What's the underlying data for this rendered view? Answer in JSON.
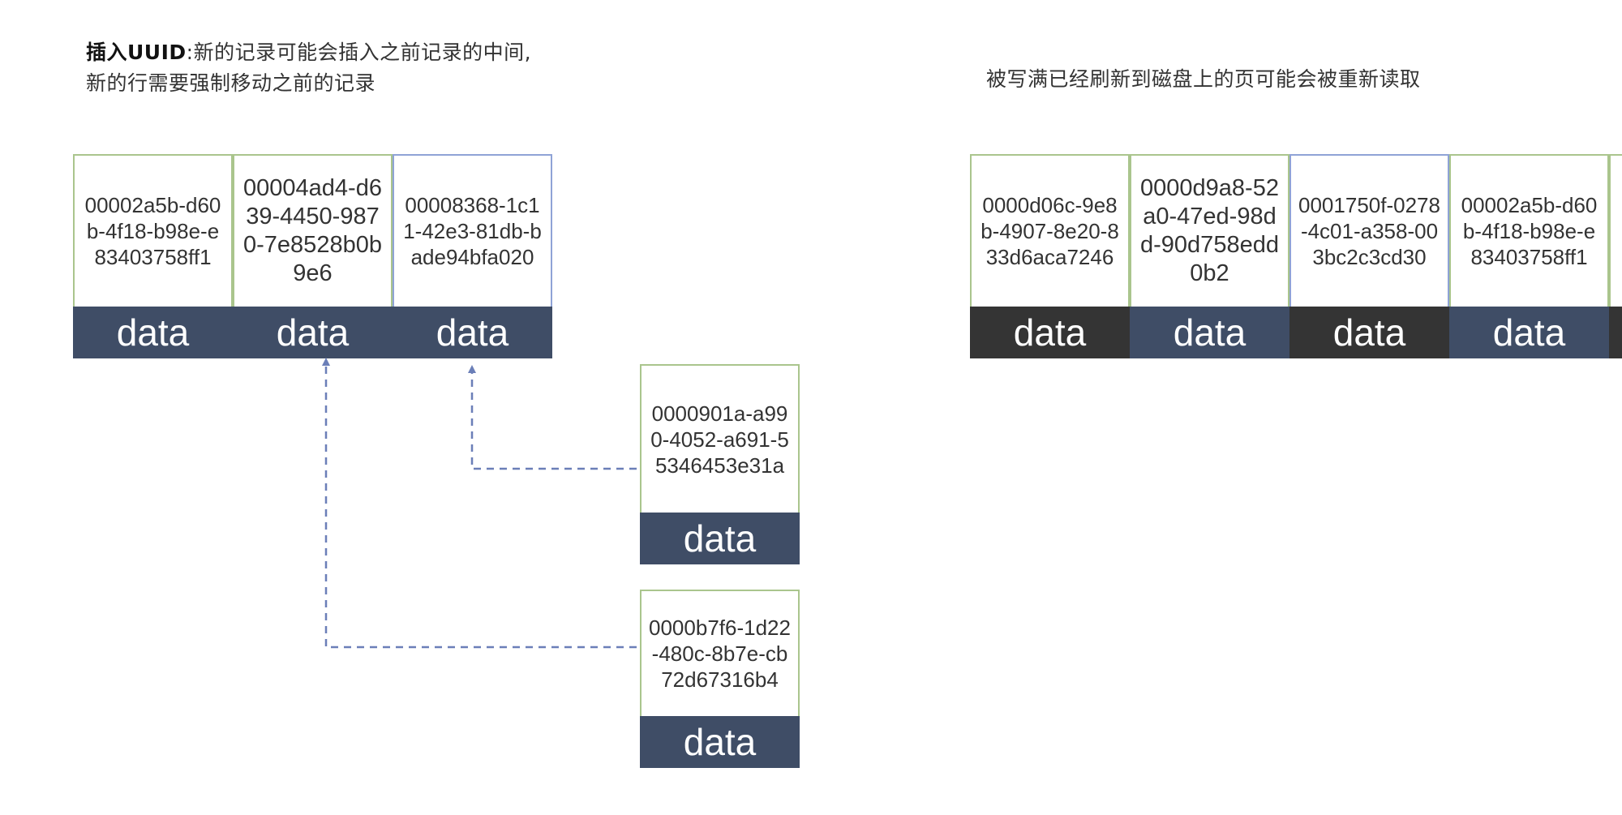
{
  "left_caption": {
    "bold": "插入UUID",
    "line1_rest": ":新的记录可能会插入之前记录的中间,",
    "line2": "新的行需要强制移动之前的记录"
  },
  "right_caption": "被写满已经刷新到磁盘上的页可能会被重新读取",
  "left_page": [
    {
      "uuid": "00002a5b-d60b-4f18-b98e-e83403758ff1",
      "data": "data"
    },
    {
      "uuid": "00004ad4-d639-4450-9870-7e8528b0b9e6",
      "data": "data"
    },
    {
      "uuid": "00008368-1c11-42e3-81db-bade94bfa020",
      "data": "data"
    }
  ],
  "inserted_records": [
    {
      "uuid": "0000901a-a990-4052-a691-55346453e31a",
      "data": "data"
    },
    {
      "uuid": "0000b7f6-1d22-480c-8b7e-cb72d67316b4",
      "data": "data"
    }
  ],
  "right_page": [
    {
      "uuid": "0000d06c-9e8b-4907-8e20-833d6aca7246",
      "data": "data"
    },
    {
      "uuid": "0000d9a8-52a0-47ed-98dd-90d758edd0b2",
      "data": "data"
    },
    {
      "uuid": "0001750f-0278-4c01-a358-003bc2c3cd30",
      "data": "data"
    },
    {
      "uuid": "00002a5b-d60b-4f18-b98e-e83403758ff1",
      "data": "data"
    }
  ],
  "colors": {
    "data_blue": "#3f4d66",
    "data_dark": "#343434",
    "border_green": "#aac58d",
    "border_blue": "#8fa3d6",
    "arrow": "#6b7fb8"
  }
}
